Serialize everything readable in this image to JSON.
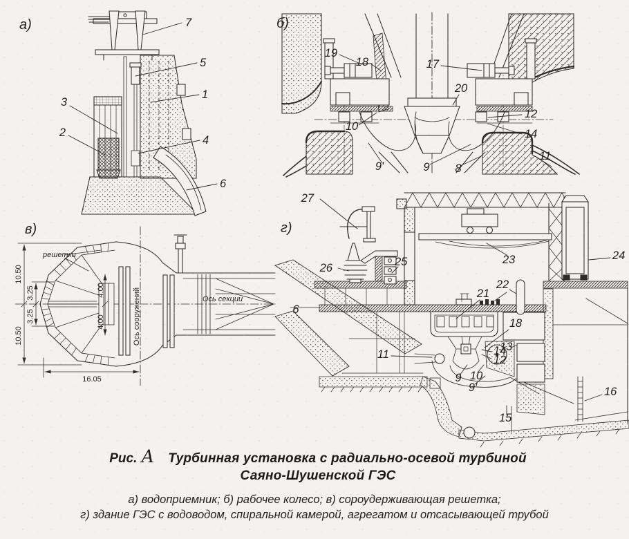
{
  "figure": {
    "caption": {
      "prefix": "Рис.",
      "number": "А",
      "title_line1": "Турбинная установка с радиально-осевой турбиной",
      "title_line2": "Саяно-Шушенской ГЭС",
      "legend_line1": "а) водоприемник; б) рабочее колесо; в) сороудерживающая решетка;",
      "legend_line2": "г) здание ГЭС с водоводом, спиральной камерой, агрегатом и отсасывающей трубой"
    },
    "panels": {
      "a": {
        "label": "а)",
        "callouts": [
          "7",
          "5",
          "1",
          "3",
          "2",
          "4",
          "6"
        ]
      },
      "b": {
        "label": "б)",
        "callouts": [
          "19",
          "18",
          "17",
          "20",
          "12",
          "14",
          "11",
          "10",
          "9'",
          "9",
          "8"
        ]
      },
      "v": {
        "label": "в)",
        "texts": {
          "gratings": "решетки",
          "axis_structures": "Ось сооружений",
          "axis_section": "Ось секции"
        },
        "dimensions": {
          "top_half": "10.50",
          "upper_inner": "3.25",
          "lower_inner": "3.25",
          "bottom_half": "10.50",
          "width": "16.05",
          "split_left": "4.00",
          "split_right": "4.00"
        }
      },
      "g": {
        "label": "г)",
        "callouts": [
          "27",
          "26",
          "25",
          "23",
          "24",
          "22",
          "21",
          "18",
          "13",
          "14",
          "12",
          "11",
          "9",
          "10",
          "9'",
          "15",
          "16",
          "6"
        ]
      }
    },
    "ink_color": "#2e2c28",
    "paper_color": "#f3f2ee"
  }
}
